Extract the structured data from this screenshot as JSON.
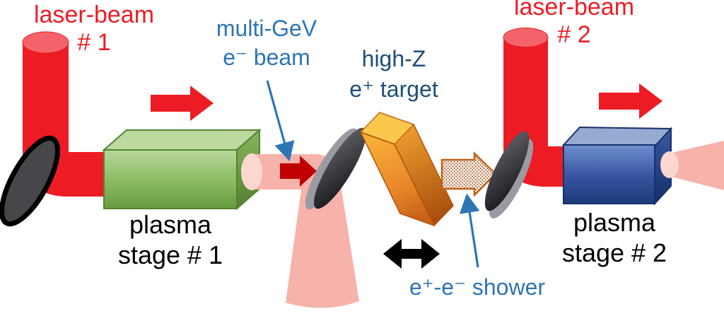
{
  "figure": {
    "description": "Two-stage laser-plasma accelerator positron-production scheme diagram",
    "labels": {
      "laser1": {
        "line1": "laser-beam",
        "line2": "# 1",
        "color": "#ed1c24"
      },
      "laser2": {
        "line1": "laser-beam",
        "line2": "# 2",
        "color": "#ed1c24"
      },
      "ebeam": {
        "line1": "multi-GeV",
        "line2": "e⁻ beam",
        "color": "#2e75b6"
      },
      "target": {
        "line1": "high-Z",
        "line2": "e⁺ target",
        "color": "#1f4e79"
      },
      "plasma1": {
        "line1": "plasma",
        "line2": "stage # 1",
        "color": "#000000"
      },
      "plasma2": {
        "line1": "plasma",
        "line2": "stage # 2",
        "color": "#000000"
      },
      "shower": {
        "text": "e⁺-e⁻ shower",
        "color": "#2e75b6"
      }
    },
    "palette": {
      "laser_red": "#ed1c24",
      "laser_red_cap": "#f4636a",
      "dark_red_arrow": "#c00000",
      "pink_beam": "#f7b3ab",
      "pink_beam_cap": "#fbd7cf",
      "green_box_light": "#b5d593",
      "green_box_dark": "#699d41",
      "blue_box_light": "#6c8ed0",
      "blue_box_dark": "#1d3d7e",
      "orange_target_light": "#f7ab36",
      "orange_target_dark": "#c96014",
      "orange_target_cap": "#f9c84c",
      "mirror_dark": "#3f3f46",
      "mirror_rim": "#9a9aa3",
      "shower_outline_brown": "#c55f14",
      "black_arrow": "#000000",
      "annotation_blue": "#2e75b6"
    }
  }
}
